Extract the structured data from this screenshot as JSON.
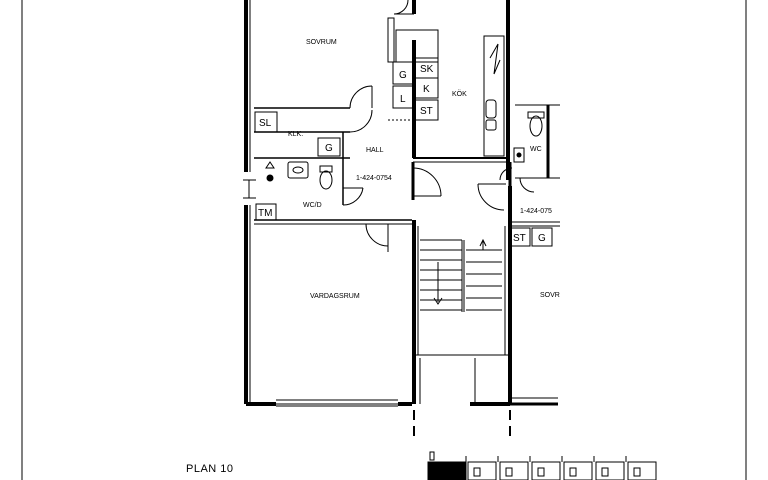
{
  "plan_title": "PLAN 10",
  "rooms": {
    "sovrum": "SOVRUM",
    "kok": "KÖK",
    "klk": "KLK.",
    "hall": "HALL",
    "wc_d": "WC/D",
    "wc": "WC",
    "vardagsrum": "VARDAGSRUM",
    "sovr": "SOVR"
  },
  "apartment_codes": {
    "main": "1-424-0754",
    "neighbor": "1-424-075"
  },
  "fixtures": {
    "sk": "SK",
    "k": "K",
    "st": "ST",
    "g_kitchen": "G",
    "l": "L",
    "sl": "SL",
    "g_klk": "G",
    "tm": "TM",
    "st_neighbor": "ST",
    "g_neighbor": "G"
  }
}
